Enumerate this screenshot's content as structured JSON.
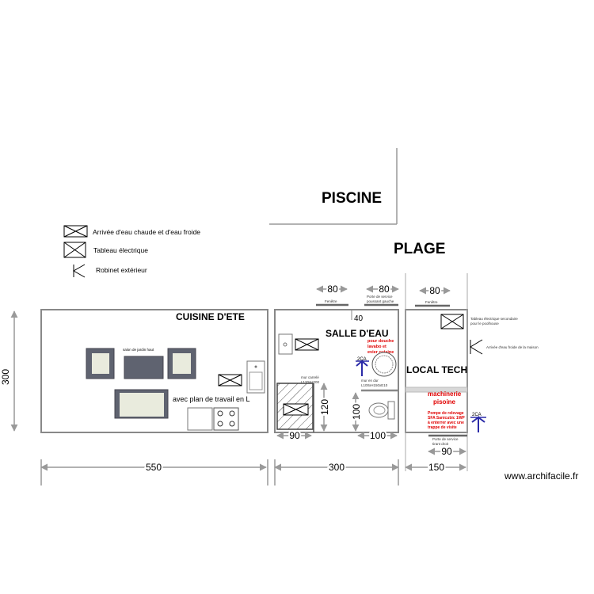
{
  "labels": {
    "piscine": "PISCINE",
    "plage": "PLAGE",
    "cuisine": "CUISINE D'ETE",
    "salle": "SALLE D'EAU",
    "local": "LOCAL TECH",
    "website": "www.archifacile.fr"
  },
  "legend": {
    "water_inlet": "Arrivée d'eau chaude et d'eau froide",
    "electric_panel": "Tableau électrique",
    "outdoor_tap": "Robinet extérieur"
  },
  "cuisine": {
    "salon": "salon de jardin haut",
    "plan_travail": "avec plan de travail en L"
  },
  "salle": {
    "fenetre": "Fenêtre",
    "porte_line1": "Porte de service",
    "porte_line2": "poussant gauche",
    "dim_40": "40",
    "mur_carrele_1": "mur carrelé",
    "mur_carrele_2": "L120xH200",
    "mur_dur_1": "mur en dur",
    "mur_dur_2": "L100xH150xE10",
    "red_line1": "pour douche",
    "red_line2": "lavabo et",
    "red_line3": "evier cuisine",
    "ca_label": "2CA"
  },
  "local": {
    "fenetre": "Fenêtre",
    "tableau_line1": "Tableau électrique secondaire",
    "tableau_line2": "pour le poolhouse",
    "arrivee": "Arrivée d'eau froide de la maison",
    "machinerie_1": "machinerie",
    "machinerie_2": "pisoine",
    "pompe_1": "Pompe de relevage",
    "pompe_2": "SFA Sanicubic 1WP",
    "pompe_3": "à enterrer avec une",
    "pompe_4": "trappe de visite",
    "ca_label": "2CA",
    "porte_line1": "Porte de service",
    "porte_line2": "tirant droit"
  },
  "dims": {
    "top_80_a": "80",
    "top_80_b": "80",
    "top_80_c": "80",
    "height_300": "300",
    "d_120": "120",
    "d_100v": "100",
    "d_90": "90",
    "d_100h": "100",
    "d_90_local": "90",
    "d_550": "550",
    "d_300": "300",
    "d_150": "150"
  }
}
